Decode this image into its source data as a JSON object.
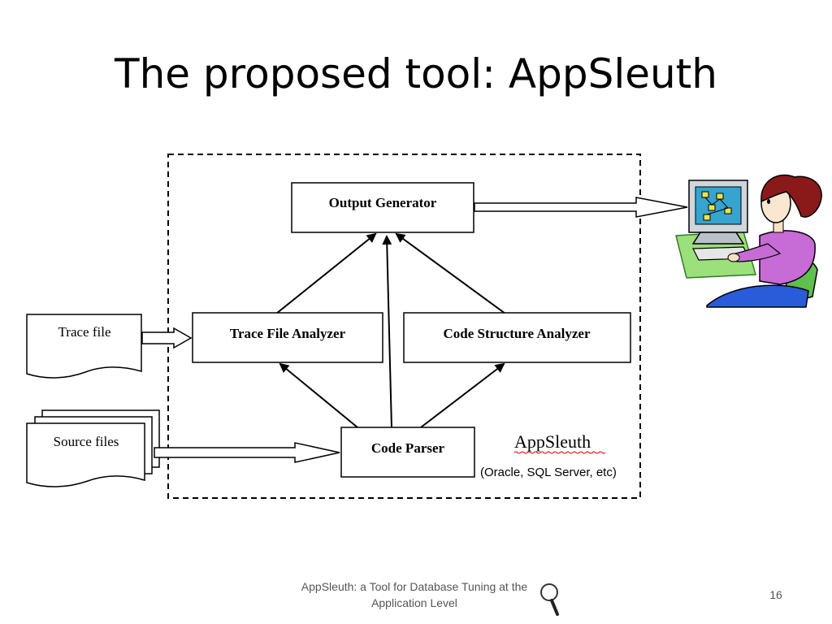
{
  "slide": {
    "title": "The proposed tool: AppSleuth",
    "footer": "AppSleuth: a Tool for Database Tuning at the Application Level",
    "page_number": "16"
  },
  "diagram": {
    "boundary_label": "AppSleuth",
    "boundary_note": "(Oracle, SQL Server, etc)",
    "nodes": {
      "output_generator": "Output Generator",
      "trace_file_analyzer": "Trace File Analyzer",
      "code_structure_analyzer": "Code Structure Analyzer",
      "code_parser": "Code Parser",
      "trace_file": "Trace file",
      "source_files": "Source files"
    },
    "edges": [
      {
        "from": "trace_file",
        "to": "trace_file_analyzer"
      },
      {
        "from": "source_files",
        "to": "code_parser"
      },
      {
        "from": "code_parser",
        "to": "trace_file_analyzer"
      },
      {
        "from": "code_parser",
        "to": "code_structure_analyzer"
      },
      {
        "from": "code_parser",
        "to": "output_generator"
      },
      {
        "from": "trace_file_analyzer",
        "to": "output_generator"
      },
      {
        "from": "code_structure_analyzer",
        "to": "output_generator"
      },
      {
        "from": "output_generator",
        "to": "user"
      }
    ],
    "icons": [
      "user-at-computer-icon",
      "magnifier-icon"
    ]
  }
}
